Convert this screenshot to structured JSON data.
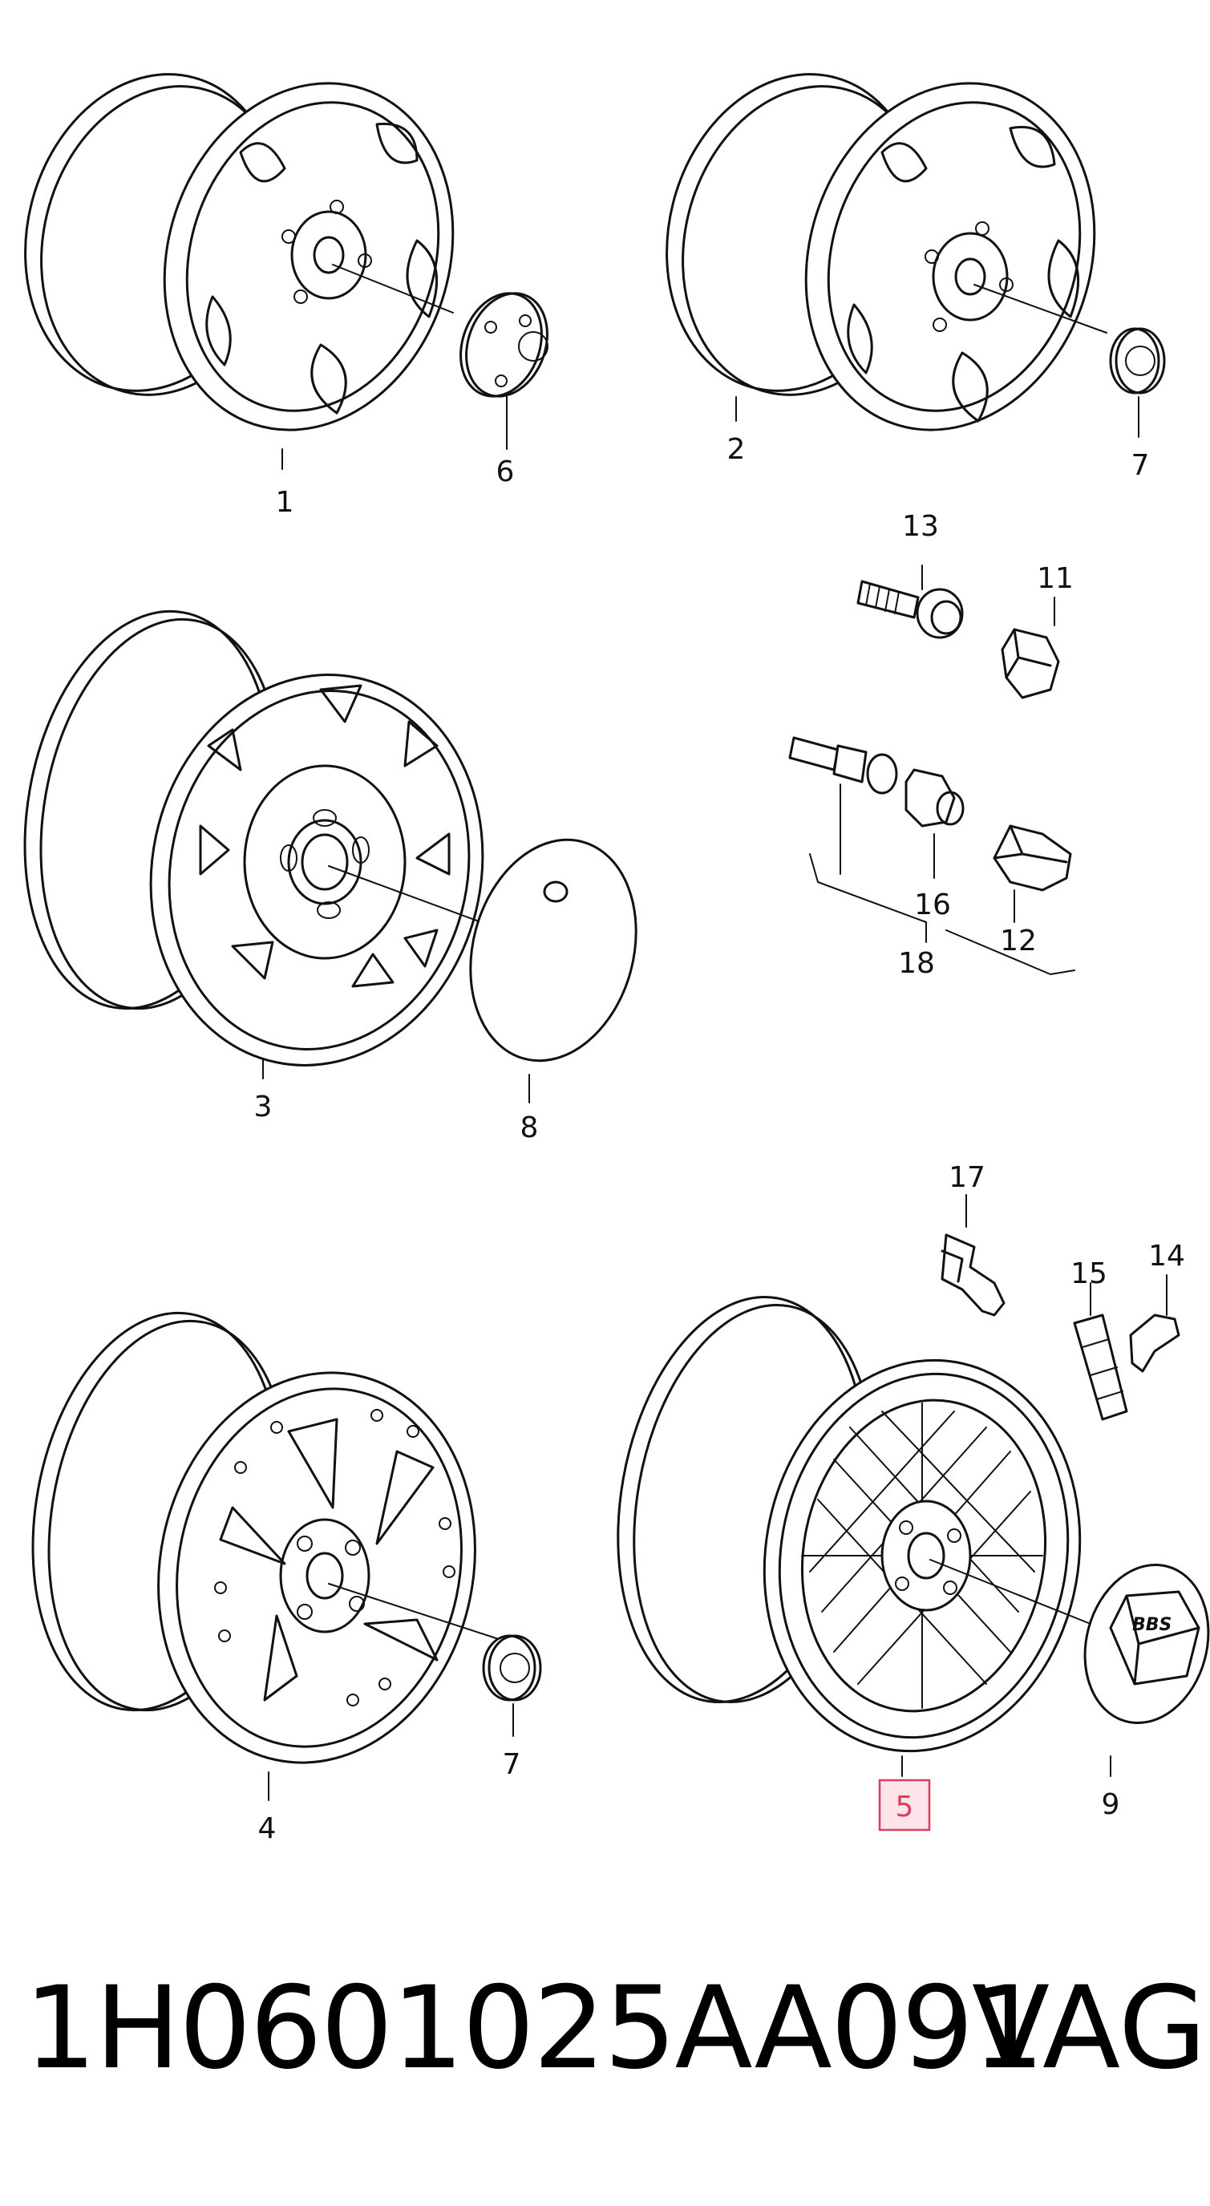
{
  "callouts": {
    "c1": "1",
    "c2": "2",
    "c3": "3",
    "c4": "4",
    "c5": "5",
    "c6": "6",
    "c7a": "7",
    "c7b": "7",
    "c8": "8",
    "c9": "9",
    "c11": "11",
    "c12": "12",
    "c13": "13",
    "c14": "14",
    "c15": "15",
    "c16": "16",
    "c17": "17",
    "c18": "18"
  },
  "highlighted_callout": "5",
  "cap_logo": "BBS",
  "footer": {
    "part_number": "1H0601025AA091",
    "brand": "VAG"
  },
  "colors": {
    "line": "#111111",
    "highlight_stroke": "#d9405c",
    "highlight_fill": "#fde4ea"
  }
}
